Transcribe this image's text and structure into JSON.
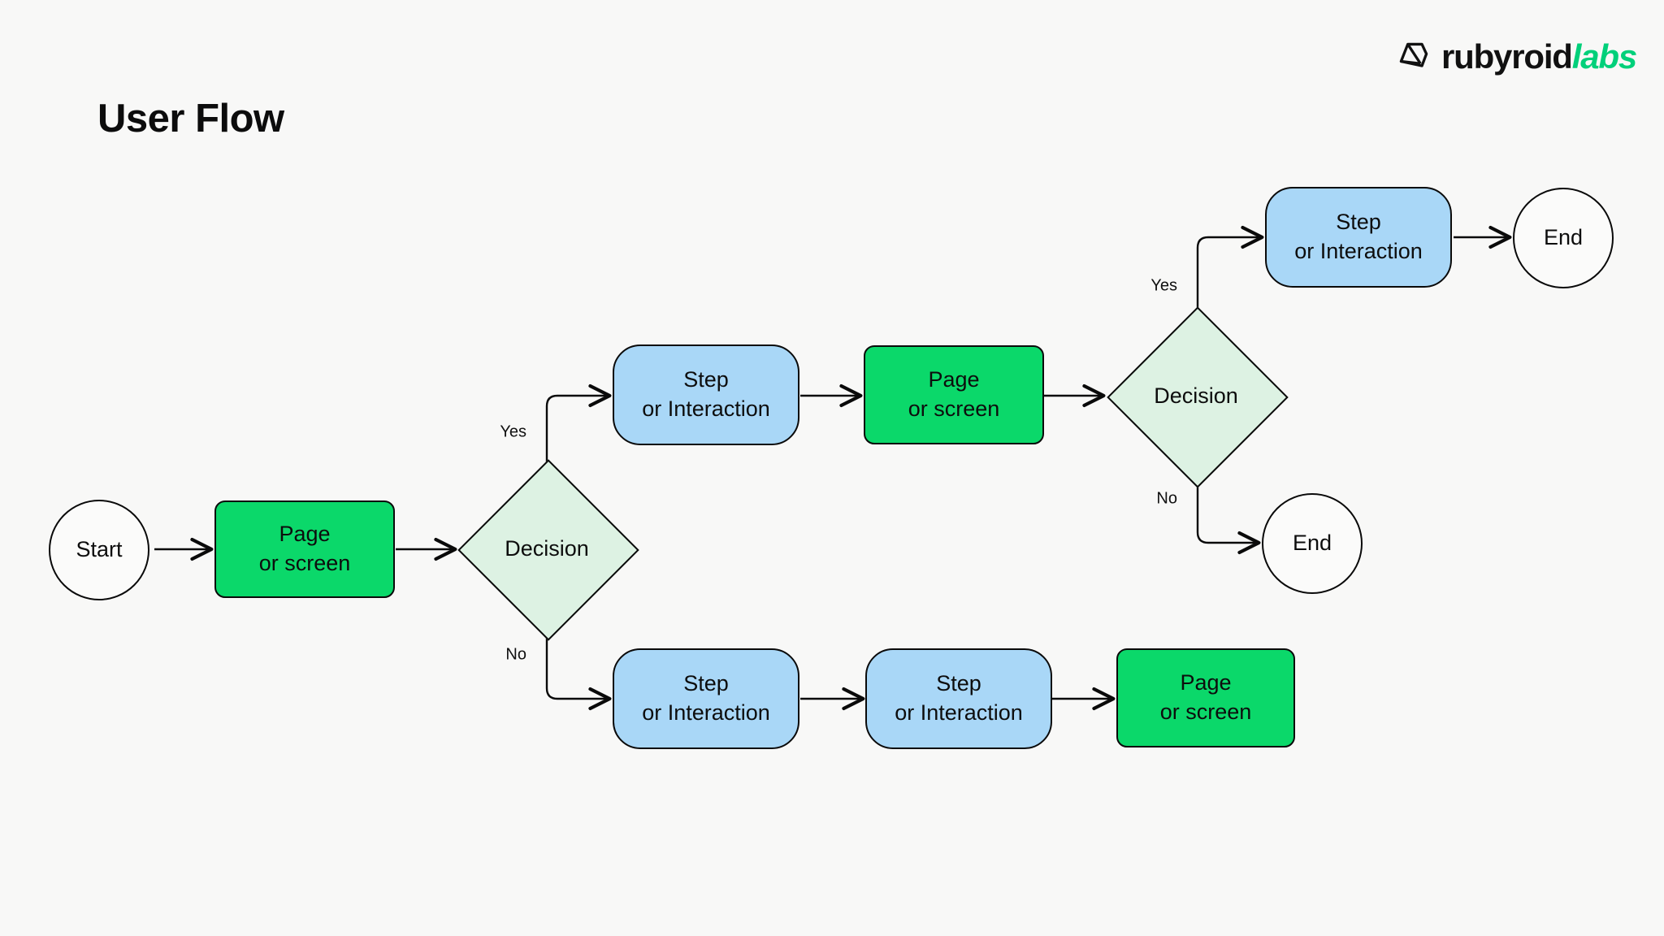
{
  "header": {
    "title": "User Flow",
    "logo": {
      "mark": "gem-icon",
      "name_primary": "rubyroid",
      "name_secondary": "labs",
      "primary_color": "#111111",
      "secondary_color": "#00d07a"
    }
  },
  "theme": {
    "background": "#f8f8f7",
    "page_fill": "#0bd86a",
    "step_fill": "#a9d7f7",
    "decision_fill": "#ddf2e3",
    "terminator_fill": "#fbfbfa",
    "stroke": "#0a0a0a",
    "text": "#0d0d0d"
  },
  "diagram": {
    "type": "flowchart",
    "nodes": [
      {
        "id": "start",
        "shape": "circle",
        "label": "Start"
      },
      {
        "id": "page1",
        "shape": "rounded",
        "label": "Page\nor screen",
        "line1": "Page",
        "line2": "or screen"
      },
      {
        "id": "decision1",
        "shape": "diamond",
        "label": "Decision"
      },
      {
        "id": "step_yes1",
        "shape": "pill",
        "label": "Step\nor Interaction",
        "line1": "Step",
        "line2": "or Interaction"
      },
      {
        "id": "page2",
        "shape": "rounded",
        "label": "Page\nor screen",
        "line1": "Page",
        "line2": "or screen"
      },
      {
        "id": "decision2",
        "shape": "diamond",
        "label": "Decision"
      },
      {
        "id": "step_yes2",
        "shape": "pill",
        "label": "Step\nor Interaction",
        "line1": "Step",
        "line2": "or Interaction"
      },
      {
        "id": "end1",
        "shape": "circle",
        "label": "End"
      },
      {
        "id": "end2",
        "shape": "circle",
        "label": "End"
      },
      {
        "id": "step_no1",
        "shape": "pill",
        "label": "Step\nor Interaction",
        "line1": "Step",
        "line2": "or Interaction"
      },
      {
        "id": "step_no2",
        "shape": "pill",
        "label": "Step\nor Interaction",
        "line1": "Step",
        "line2": "or Interaction"
      },
      {
        "id": "page3",
        "shape": "rounded",
        "label": "Page\nor screen",
        "line1": "Page",
        "line2": "or screen"
      }
    ],
    "edges": [
      {
        "from": "start",
        "to": "page1",
        "label": ""
      },
      {
        "from": "page1",
        "to": "decision1",
        "label": ""
      },
      {
        "from": "decision1",
        "to": "step_yes1",
        "label": "Yes"
      },
      {
        "from": "decision1",
        "to": "step_no1",
        "label": "No"
      },
      {
        "from": "step_yes1",
        "to": "page2",
        "label": ""
      },
      {
        "from": "page2",
        "to": "decision2",
        "label": ""
      },
      {
        "from": "decision2",
        "to": "step_yes2",
        "label": "Yes"
      },
      {
        "from": "decision2",
        "to": "end2",
        "label": "No"
      },
      {
        "from": "step_yes2",
        "to": "end1",
        "label": ""
      },
      {
        "from": "step_no1",
        "to": "step_no2",
        "label": ""
      },
      {
        "from": "step_no2",
        "to": "page3",
        "label": ""
      }
    ],
    "edge_labels": {
      "yes_left": "Yes",
      "no_left": "No",
      "yes_right": "Yes",
      "no_right": "No"
    }
  }
}
